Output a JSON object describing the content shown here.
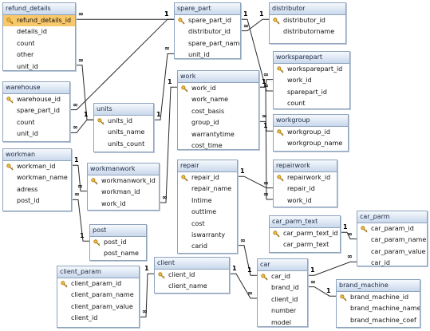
{
  "tables": {
    "refund_details": {
      "title": "refund_details",
      "columns": [
        "refund_details_id",
        "details_id",
        "count",
        "other",
        "unit_id"
      ],
      "keys": [
        0
      ],
      "selected": 0
    },
    "spare_part": {
      "title": "spare_part",
      "columns": [
        "spare_part_id",
        "distributor_id",
        "spare_part_name",
        "unit_id"
      ],
      "keys": [
        0
      ]
    },
    "distributor": {
      "title": "distributor",
      "columns": [
        "distributor_id",
        "distributorname"
      ],
      "keys": [
        0
      ]
    },
    "warehouse": {
      "title": "warehouse",
      "columns": [
        "warehouse_id",
        "spare_part_id",
        "count",
        "unit_id"
      ],
      "keys": [
        0
      ]
    },
    "units": {
      "title": "units",
      "columns": [
        "units_id",
        "units_name",
        "units_count"
      ],
      "keys": [
        0
      ]
    },
    "work": {
      "title": "work",
      "columns": [
        "work_id",
        "work_name",
        "cost_basis",
        "group_id",
        "warrantytime",
        "cost_time"
      ],
      "keys": [
        0
      ]
    },
    "worksparepart": {
      "title": "worksparepart",
      "columns": [
        "worksparepart_id",
        "work_id",
        "sparepart_id",
        "count"
      ],
      "keys": [
        0
      ]
    },
    "workgroup": {
      "title": "workgroup",
      "columns": [
        "workgroup_id",
        "workgroup_name"
      ],
      "keys": [
        0
      ]
    },
    "workman": {
      "title": "workman",
      "columns": [
        "workman_id",
        "workman_name",
        "adress",
        "post_id"
      ],
      "keys": [
        0
      ]
    },
    "workmanwork": {
      "title": "workmanwork",
      "columns": [
        "workmanwork_id",
        "workman_id",
        "work_id"
      ],
      "keys": [
        0
      ]
    },
    "repair": {
      "title": "repair",
      "columns": [
        "repair_id",
        "repair_name",
        "Intime",
        "outtime",
        "cost",
        "iswarranty",
        "carid"
      ],
      "keys": [
        0
      ]
    },
    "repairwork": {
      "title": "repairwork",
      "columns": [
        "repairwork_id",
        "repair_id",
        "work_id"
      ],
      "keys": [
        0
      ]
    },
    "post": {
      "title": "post",
      "columns": [
        "post_id",
        "post_name"
      ],
      "keys": [
        0
      ]
    },
    "car_parm_text": {
      "title": "car_parm_text",
      "columns": [
        "car_parm_text_id",
        "car_parm_text"
      ],
      "keys": [
        0
      ]
    },
    "car_parm": {
      "title": "car_parm",
      "columns": [
        "car_param_id",
        "car_param_name",
        "car_param_value",
        "car_id"
      ],
      "keys": [
        0
      ]
    },
    "client_param": {
      "title": "client_param",
      "columns": [
        "client_param_id",
        "client_param_name",
        "client_param_value",
        "client_id"
      ],
      "keys": [
        0
      ]
    },
    "client": {
      "title": "client",
      "columns": [
        "client_id",
        "client_name"
      ],
      "keys": [
        0
      ]
    },
    "car": {
      "title": "car",
      "columns": [
        "car_id",
        "brand_id",
        "client_id",
        "number",
        "model"
      ],
      "keys": [
        0
      ]
    },
    "brand_machine": {
      "title": "brand_machine",
      "columns": [
        "brand_machine_id",
        "brand_machine_name",
        "brand_machine_coef"
      ],
      "keys": [
        0
      ]
    }
  },
  "cardinality": {
    "one": "1",
    "many": "∞"
  },
  "colors": {
    "line": "#2a2a2a",
    "header_from": "#f6f9fd",
    "header_to": "#c9d8ec",
    "selected": "#f9c86a",
    "border": "#8ea3bd",
    "key": "#d9a21c"
  },
  "icons": {
    "primary_key": "key-icon"
  }
}
